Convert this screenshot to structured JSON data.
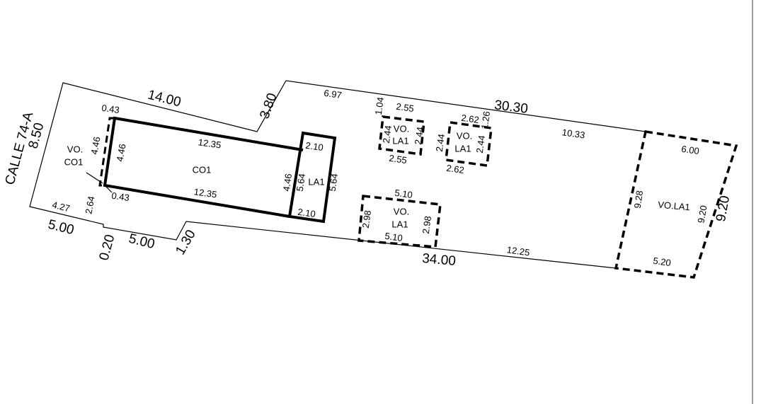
{
  "plan": {
    "street": "CALLE 74-A",
    "labels": [
      "8.50",
      "14.00",
      "3.80",
      "6.97",
      "0.43",
      "4.46",
      "4.46",
      "VO.",
      "CO1",
      "12.35",
      "CO1",
      "12.35",
      "0.43",
      "2.64",
      "4.27",
      "5.00",
      "0.20",
      "5.00",
      "1.30",
      "2.10",
      "2.10",
      "4.46",
      "5.64",
      "LA1",
      "5.64",
      "1.04",
      "2.55",
      "2.44",
      "VO.",
      "LA1",
      "2.44",
      "2.55",
      "2.62",
      "1.26",
      "2.44",
      "VO.",
      "LA1",
      "2.44",
      "2.62",
      "30.30",
      "10.33",
      "5.10",
      "2.98",
      "VO.",
      "LA1",
      "2.98",
      "5.10",
      "34.00",
      "12.25",
      "6.00",
      "9.28",
      "VO.LA1",
      "9.20",
      "9.20",
      "5.20"
    ]
  }
}
